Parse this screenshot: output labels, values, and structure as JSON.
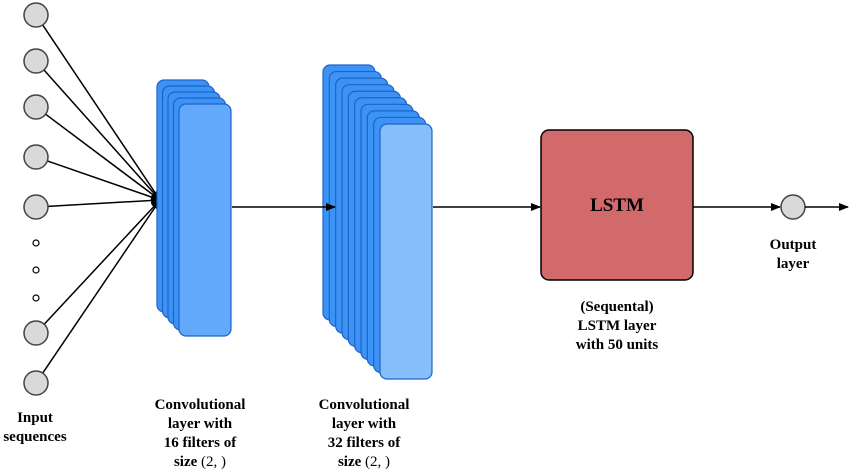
{
  "labels": {
    "input": [
      "Input",
      "sequences"
    ],
    "conv1": [
      "Convolutional",
      "layer with",
      "16 filters of",
      "size"
    ],
    "conv2": [
      "Convolutional",
      "layer with",
      "32 filters of",
      "size"
    ],
    "size_math": "(2, )",
    "lstm_box": "LSTM",
    "lstm_caption": [
      "(Sequental)",
      "LSTM layer",
      "with 50 units"
    ],
    "output": [
      "Output",
      "layer"
    ]
  },
  "colors": {
    "conv1_fill": "#3d93f5",
    "conv1_front": "#62a8fb",
    "conv1_stroke": "#1f63c8",
    "conv2_fill": "#3d93f5",
    "conv2_front": "#86bdfb",
    "conv2_stroke": "#1f63c8",
    "lstm_fill": "#d2696b",
    "lstm_stroke": "#000000",
    "node_fill": "#d9d9d9",
    "node_stroke": "#444444",
    "arrow": "#000000"
  }
}
